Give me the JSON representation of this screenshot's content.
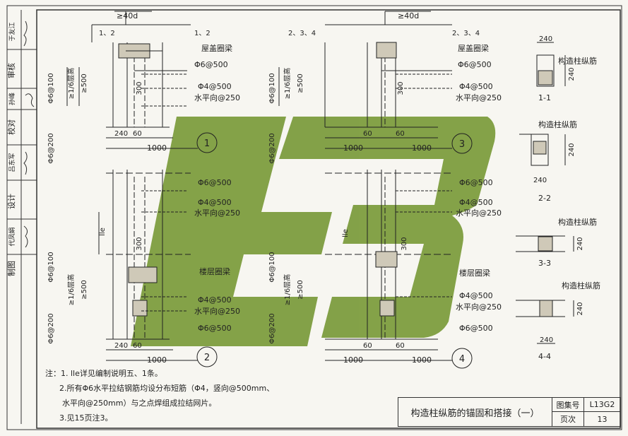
{
  "left_strip": {
    "cells": [
      {
        "role": "check_label",
        "text": "审核"
      },
      {
        "role": "check_name",
        "text": "于友江"
      },
      {
        "role": "proof_label",
        "text": "校对"
      },
      {
        "role": "proof_name",
        "text": "孙峰"
      },
      {
        "role": "design_label",
        "text": "设计"
      },
      {
        "role": "design_name",
        "text": "吕东军"
      },
      {
        "role": "draw_label",
        "text": "制图"
      },
      {
        "role": "draw_name",
        "text": "代凤娟"
      }
    ]
  },
  "details": {
    "d1": {
      "section_tag_top": "1、2",
      "section_tag_top2": "1、2",
      "anchor": "≥40d",
      "roof_beam": "屋盖圈梁",
      "stirrup": "Φ6@500",
      "tie": "Φ4@500",
      "tie_h": "水平向@250",
      "spacing_dense": "Φ6@100",
      "spacing_loose": "Φ6@200",
      "sixth_height": "≥1/6层高",
      "ge500": "≥500",
      "w300": "300",
      "w240": "240",
      "w60": "60",
      "w1000": "1000",
      "circle": "1"
    },
    "d2": {
      "stirrup": "Φ6@500",
      "tie": "Φ4@500",
      "tie_h": "水平向@250",
      "floor_beam": "楼层圈梁",
      "lle": "lle",
      "spacing_dense": "Φ6@100",
      "spacing_loose": "Φ6@200",
      "sixth_height": "≥1/6层高",
      "ge500": "≥500",
      "w300": "300",
      "w240": "240",
      "w60": "60",
      "w1000": "1000",
      "circle": "2"
    },
    "d3": {
      "section_tag_top": "2、3、4",
      "section_tag_top2": "2、3、4",
      "anchor": "≥40d",
      "roof_beam": "屋盖圈梁",
      "stirrup": "Φ6@500",
      "tie": "Φ4@500",
      "tie_h": "水平向@250",
      "spacing_dense": "Φ6@100",
      "spacing_loose": "Φ6@200",
      "sixth_height": "≥1/6层高",
      "ge500": "≥500",
      "w300": "300",
      "w60": "60",
      "w1000": "1000",
      "circle": "3"
    },
    "d4": {
      "stirrup": "Φ6@500",
      "tie": "Φ4@500",
      "tie_h": "水平向@250",
      "floor_beam": "楼层圈梁",
      "lle": "lle",
      "spacing_dense": "Φ6@100",
      "spacing_loose": "Φ6@200",
      "sixth_height": "≥1/6层高",
      "ge500": "≥500",
      "w300": "300",
      "w60": "60",
      "w1000": "1000",
      "circle": "4"
    }
  },
  "sections": [
    {
      "label": "1-1",
      "title": "构造柱纵筋",
      "w": "240",
      "h": "240"
    },
    {
      "label": "2-2",
      "title": "构造柱纵筋",
      "w": "240",
      "h": "240"
    },
    {
      "label": "3-3",
      "title": "构造柱纵筋",
      "w": "",
      "h": "240"
    },
    {
      "label": "4-4",
      "title": "构造柱纵筋",
      "w": "240",
      "h": "240"
    }
  ],
  "notes": {
    "n1": "注：1. lle详见编制说明五、1条。",
    "n2a": "2.所有Φ6水平拉结钢筋均设分布短筋（Φ4，竖向@500mm、",
    "n2b": "水平向@250mm）与之点焊组成拉结网片。",
    "n3": "3.见15页注3。"
  },
  "title_block": {
    "title": "构造柱纵筋的锚固和搭接（一）",
    "atlas_label": "图集号",
    "atlas_value": "L13G2",
    "page_label": "页次",
    "page_value": "13"
  },
  "watermark": {
    "color": "#7a9a3a",
    "text": "L3"
  }
}
